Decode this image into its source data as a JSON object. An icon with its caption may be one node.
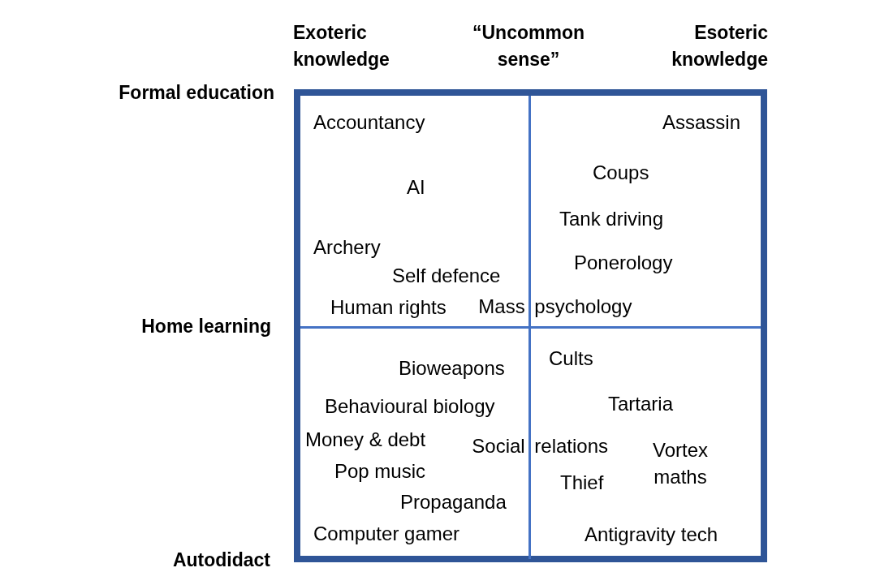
{
  "diagram": {
    "labels": [
      "Exoteric knowledge",
      "“Uncommon sense”",
      "Esoteric knowledge",
      "Formal education",
      "Accountancy",
      "Assassin",
      "Coups",
      "AI",
      "Tank driving",
      "Archery",
      "Ponerology",
      "Self defence",
      "Human rights",
      "Mass psychology",
      "Home learning",
      "Bioweapons",
      "Cults",
      "Behavioural biology",
      "Tartaria",
      "Money & debt",
      "Social relations",
      "Vortex maths",
      "Pop music",
      "Thief",
      "Propaganda",
      "Computer gamer",
      "Antigravity tech",
      "Autodidact"
    ]
  }
}
